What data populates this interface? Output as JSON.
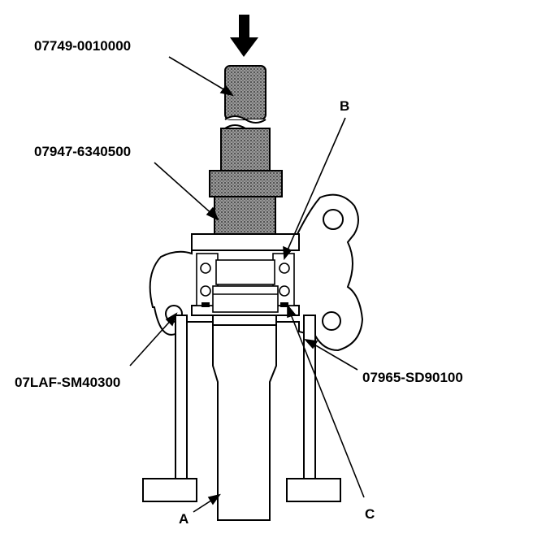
{
  "labels": {
    "part_top": "07749-0010000",
    "part_driver": "07947-6340500",
    "part_left": "07LAF-SM40300",
    "part_right": "07965-SD90100",
    "callout_a": "A",
    "callout_b": "B",
    "callout_c": "C"
  },
  "colors": {
    "ink": "#000000",
    "paper": "#ffffff",
    "shade": "#7a7a7a"
  },
  "icons": {
    "press_direction": "arrow-down-icon"
  }
}
